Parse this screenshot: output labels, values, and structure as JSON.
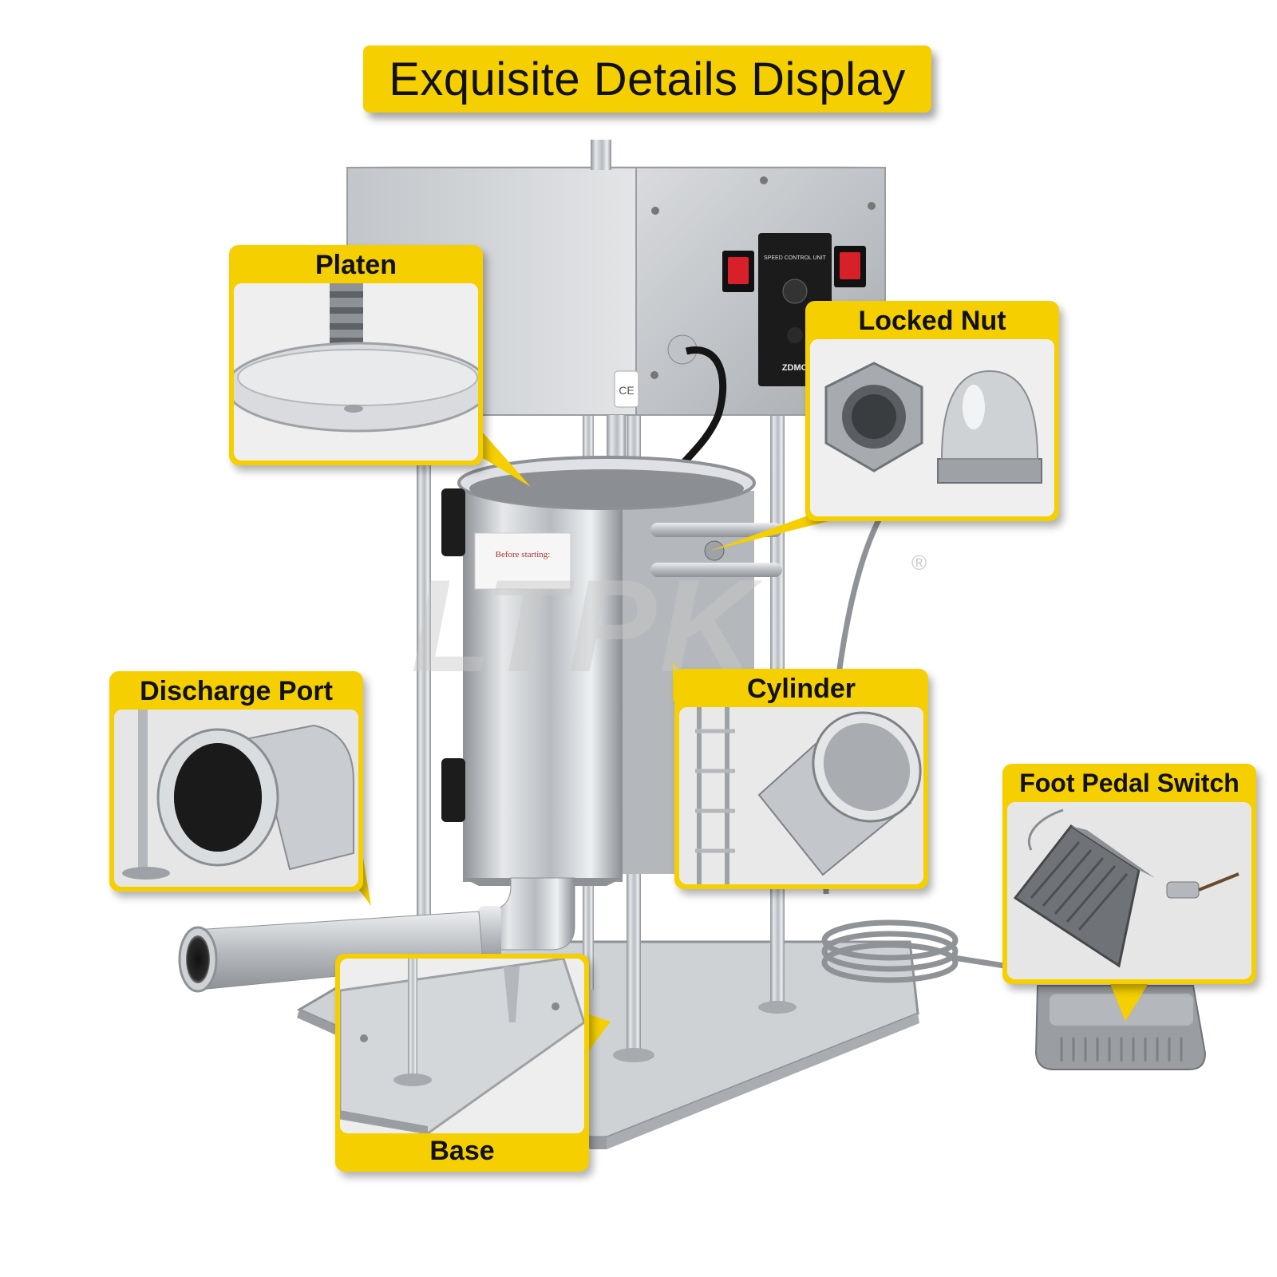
{
  "title": "Exquisite Details Display",
  "watermark": "LTPK",
  "watermark_mark": "®",
  "panel_texts": {
    "speed_control": "SPEED CONTROL UNIT",
    "ce_mark": "CE",
    "brand_plate": "ZDMO",
    "sticker": "Before starting:"
  },
  "callouts": {
    "platen": "Platen",
    "locked_nut": "Locked Nut",
    "discharge_port": "Discharge Port",
    "cylinder": "Cylinder",
    "foot_pedal_switch": "Foot Pedal Switch",
    "base": "Base"
  },
  "colors": {
    "accent_yellow": "#f5cf00",
    "steel": "#c9ccd0",
    "switch_red": "#d8202a"
  }
}
